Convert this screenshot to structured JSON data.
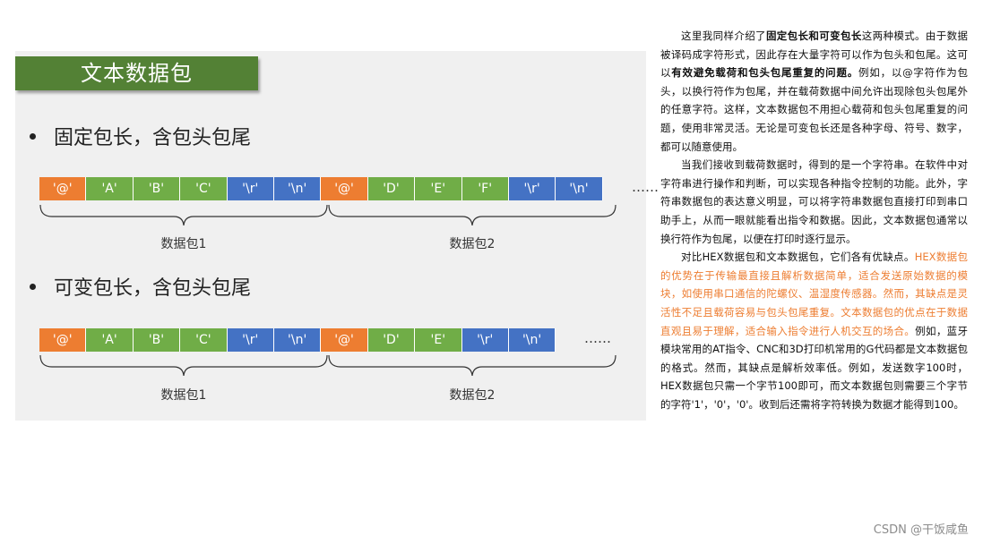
{
  "slide": {
    "title": "文本数据包",
    "bullet1": "固定包长，含包头包尾",
    "bullet2": "可变包长，含包头包尾",
    "row1": [
      {
        "text": "'@'",
        "color": "orange"
      },
      {
        "text": "'A'",
        "color": "green"
      },
      {
        "text": "'B'",
        "color": "green"
      },
      {
        "text": "'C'",
        "color": "green"
      },
      {
        "text": "'\\r'",
        "color": "blue"
      },
      {
        "text": "'\\n'",
        "color": "blue"
      },
      {
        "text": "'@'",
        "color": "orange"
      },
      {
        "text": "'D'",
        "color": "green"
      },
      {
        "text": "'E'",
        "color": "green"
      },
      {
        "text": "'F'",
        "color": "green"
      },
      {
        "text": "'\\r'",
        "color": "blue"
      },
      {
        "text": "'\\n'",
        "color": "blue"
      }
    ],
    "row2": [
      {
        "text": "'@'",
        "color": "orange"
      },
      {
        "text": "'A'",
        "color": "green"
      },
      {
        "text": "'B'",
        "color": "green"
      },
      {
        "text": "'C'",
        "color": "green"
      },
      {
        "text": "'\\r'",
        "color": "blue"
      },
      {
        "text": "'\\n'",
        "color": "blue"
      },
      {
        "text": "'@'",
        "color": "orange"
      },
      {
        "text": "'D'",
        "color": "green"
      },
      {
        "text": "'E'",
        "color": "green"
      },
      {
        "text": "'\\r'",
        "color": "blue"
      },
      {
        "text": "'\\n'",
        "color": "blue"
      }
    ],
    "ellipsis": "……",
    "packet1_label": "数据包1",
    "packet2_label": "数据包2",
    "colors": {
      "orange": "#ed7d31",
      "green": "#70ad47",
      "blue": "#4472c4",
      "title_bg": "#538135"
    }
  },
  "article": {
    "p1": [
      {
        "t": "这里我同样介绍了"
      },
      {
        "t": "固定包长和可变包长",
        "b": true
      },
      {
        "t": "这两种模式。由于数据被译码成字符形式，因此存在大量字符可以作为包头和包尾。这可以"
      },
      {
        "t": "有效避免载荷和包头包尾重复的问题。",
        "b": true
      },
      {
        "t": "例如，以@字符作为包头，以换行符作为包尾，并在载荷数据中间允许出现除包头包尾外的任意字符。这样，文本数据包不用担心载荷和包头包尾重复的问题，使用非常灵活。无论是可变包长还是各种字母、符号、数字，都可以随意使用。"
      }
    ],
    "p2": [
      {
        "t": "当我们接收到载荷数据时，得到的是一个字符串。在软件中对字符串进行操作和判断，可以实现各种指令控制的功能。此外，字符串数据包的表达意义明显，可以将字符串数据包直接打印到串口助手上，从而一眼就能看出指令和数据。因此，文本数据包通常以换行符作为包尾，以便在打印时逐行显示。"
      }
    ],
    "p3": [
      {
        "t": "对比HEX数据包和文本数据包，它们各有优缺点。"
      },
      {
        "t": "HEX数据包的优势在于传输最直接且解析数据简单，适合发送原始数据的模块，如使用串口通信的陀螺仪、温湿度传感器。然而，其缺点是灵活性不足且载荷容易与包头包尾重复。文本数据包的优点在于数据直观且易于理解，适合输入指令进行人机交互的场合。",
        "hl": true
      },
      {
        "t": "例如，蓝牙模块常用的AT指令、CNC和3D打印机常用的G代码都是文本数据包的格式。然而，其缺点是解析效率低。例如，发送数字100时，HEX数据包只需一个字节100即可，而文本数据包则需要三个字节的字符'1'，'0'，'0'。收到后还需将字符转换为数据才能得到100。"
      }
    ]
  },
  "watermark": "CSDN @干饭咸鱼"
}
